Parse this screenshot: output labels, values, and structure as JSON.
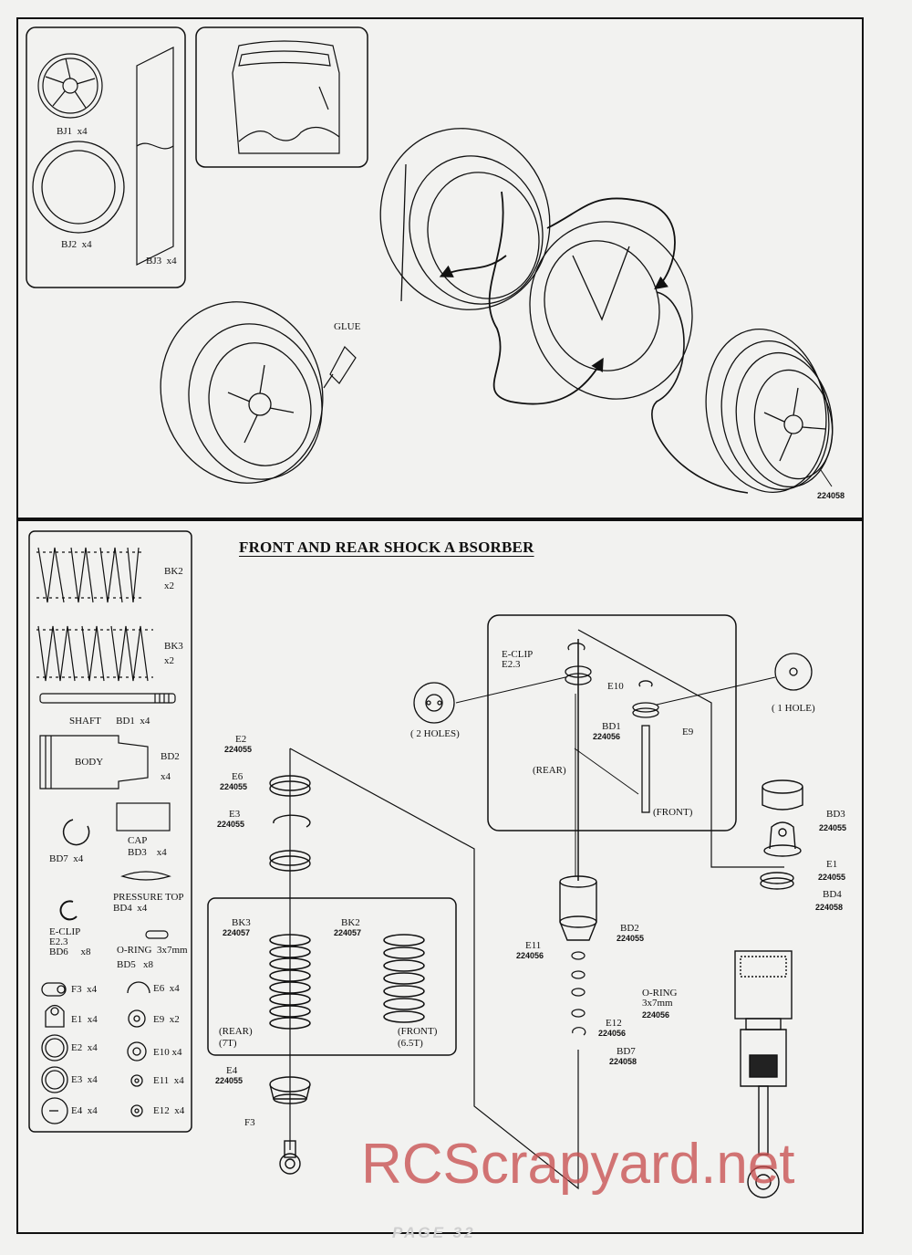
{
  "title": "FRONT AND REAR SHOCK A BSORBER",
  "page_label": "PAGE   32",
  "watermark": "RCScrapyard.net",
  "tire_section": {
    "parts": {
      "bj1": "BJ1  x4",
      "bj2": "BJ2  x4",
      "bj3": "BJ3  x4"
    },
    "glue": "GLUE",
    "part_code": "224058"
  },
  "parts_list": {
    "bk2": "BK2\nx2",
    "bk3": "BK3\nx2",
    "shaft": "SHAFT      BD1  x4",
    "body": "BODY",
    "bd2": "BD2\nx4",
    "bd7": "BD7  x4",
    "cap": "CAP\nBD3    x4",
    "pressure_top": "PRESSURE TOP\nBD4  x4",
    "eclip": "E-CLIP\nE2.3\nBD6     x8",
    "oring": "O-RING  3x7mm\nBD5   x8",
    "f3": "F3  x4",
    "e6": "E6  x4",
    "e1": "E1  x4",
    "e9": "E9  x2",
    "e2": "E2  x4",
    "e10": "E10 x4",
    "e3": "E3  x4",
    "e11": "E11  x4",
    "e4": "E4  x4",
    "e12": "E12  x4"
  },
  "assembly": {
    "e2": "E2",
    "e2_code": "224055",
    "e6": "E6",
    "e6_code": "224055",
    "e3": "E3",
    "e3_code": "224055",
    "bk3": "BK3",
    "bk3_code": "224057",
    "bk2": "BK2",
    "bk2_code": "224057",
    "rear_7t": "(REAR)\n(7T)",
    "front_65t": "(FRONT)\n(6.5T)",
    "e4": "E4",
    "e4_code": "224055",
    "f3": "F3",
    "eclip": "E-CLIP\nE2.3",
    "e10": "E10",
    "two_holes": "( 2 HOLES)",
    "one_hole": "( 1 HOLE)",
    "e9": "E9",
    "bd1": "BD1",
    "bd1_code": "224056",
    "rear": "(REAR)",
    "front": "(FRONT)",
    "bd2": "BD2",
    "bd2_code": "224055",
    "e11": "E11",
    "e11_code": "224056",
    "oring": "O-RING\n3x7mm",
    "oring_code": "224056",
    "e12": "E12",
    "e12_code": "224056",
    "bd7": "BD7",
    "bd7_code": "224058",
    "bd3": "BD3",
    "bd3_code": "224055",
    "e1": "E1",
    "e1_code": "224055",
    "bd4": "BD4",
    "bd4_code": "224058"
  }
}
